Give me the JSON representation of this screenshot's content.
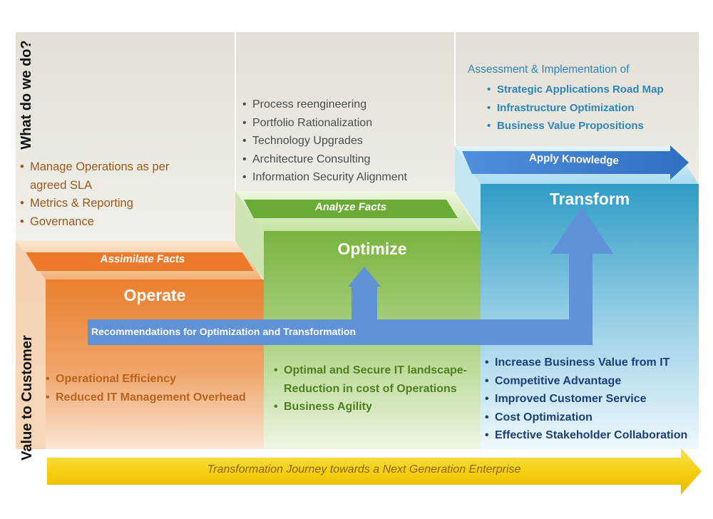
{
  "axis": {
    "top_label": "What do we do?",
    "bottom_label": "Value to Customer"
  },
  "stages": [
    {
      "id": "operate",
      "title": "Operate",
      "band": "Assimilate Facts",
      "activities": [
        "Manage Operations as per agreed SLA",
        "Metrics & Reporting",
        "Governance"
      ],
      "values": [
        "Operational Efficiency",
        "Reduced IT Management Overhead"
      ]
    },
    {
      "id": "optimize",
      "title": "Optimize",
      "band": "Analyze Facts",
      "activities": [
        "Process reengineering",
        "Portfolio Rationalization",
        "Technology Upgrades",
        "Architecture Consulting",
        "Information Security Alignment"
      ],
      "values": [
        "Optimal and Secure IT landscape-",
        "Reduction in cost of Operations",
        "Business Agility"
      ]
    },
    {
      "id": "transform",
      "title": "Transform",
      "band": "Apply Knowledge",
      "activities_heading": "Assessment & Implementation of",
      "activities": [
        "Strategic Applications Road Map",
        "Infrastructure Optimization",
        "Business Value Propositions"
      ],
      "values": [
        "Increase Business Value from IT",
        "Competitive Advantage",
        "Improved Customer Service",
        "Cost Optimization",
        "Effective Stakeholder Collaboration"
      ]
    }
  ],
  "recommendations_arrow": "Recommendations for Optimization and Transformation",
  "journey_arrow": "Transformation Journey towards a Next Generation Enterprise",
  "colors": {
    "operate": "#e8782a",
    "optimize": "#7cb342",
    "transform": "#3aa3c9",
    "arrow_blue": "#5b8fd3",
    "journey_yellow": "#f5d21e"
  }
}
